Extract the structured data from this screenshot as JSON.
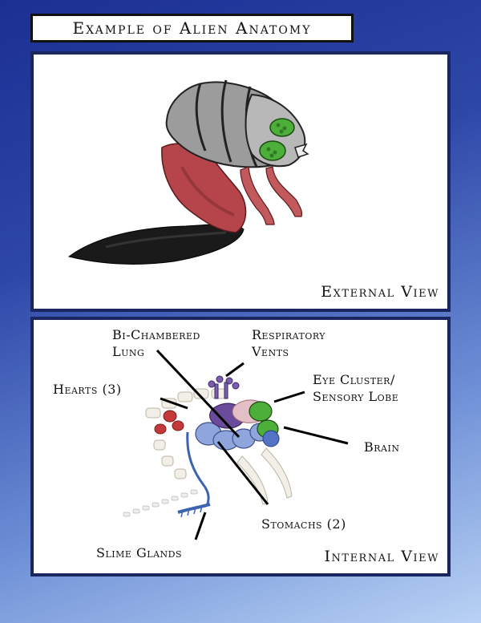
{
  "title": "Example of Alien Anatomy",
  "external": {
    "label": "External View"
  },
  "internal": {
    "label": "Internal View",
    "callouts": {
      "lung_line1": "Bi-Chambered",
      "lung_line2": "Lung",
      "vents_line1": "Respiratory",
      "vents_line2": "Vents",
      "eye_line1": "Eye Cluster/",
      "eye_line2": "Sensory Lobe",
      "hearts": "Hearts (3)",
      "brain": "Brain",
      "stomachs": "Stomachs (2)",
      "slime": "Slime Glands"
    }
  },
  "colors": {
    "frame": "#1a2660",
    "shell": "#9b9b9b",
    "flesh": "#b5454a",
    "eyes": "#4caf3a",
    "organs_blue": "#8fa6dc",
    "lung": "#6a4a9a",
    "heart": "#c43a3a"
  }
}
